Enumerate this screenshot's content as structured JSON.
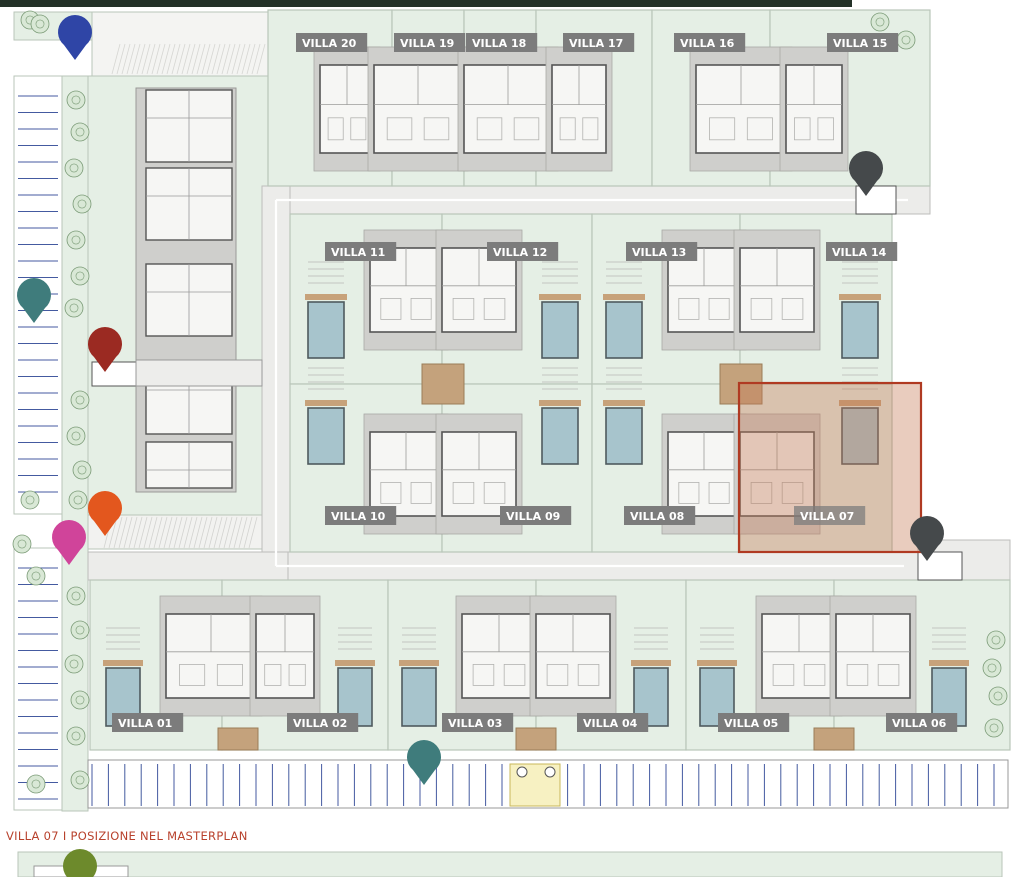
{
  "caption": "VILLA 07 I POSIZIONE NEL MASTERPLAN",
  "colors": {
    "lawn": "#e5efe5",
    "lawn_line": "#b9c6b9",
    "road": "#ececea",
    "road_edge": "#bdbdbb",
    "building": "#f6f6f4",
    "building_wall": "#555555",
    "pool_water": "#a7c4cc",
    "pool_edge": "#4f5a5e",
    "label_bg": "#7c7c7c",
    "label_text": "#ffffff",
    "highlight_fill": "#c57a55",
    "highlight_stroke": "#b03a22",
    "caption": "#b8412c",
    "top_strip": "#243228",
    "paving": "#cfcfcc"
  },
  "villas": [
    {
      "id": "villa-20",
      "label": "VILLA 20"
    },
    {
      "id": "villa-19",
      "label": "VILLA 19"
    },
    {
      "id": "villa-18",
      "label": "VILLA 18"
    },
    {
      "id": "villa-17",
      "label": "VILLA 17"
    },
    {
      "id": "villa-16",
      "label": "VILLA 16"
    },
    {
      "id": "villa-15",
      "label": "VILLA 15"
    },
    {
      "id": "villa-11",
      "label": "VILLA 11"
    },
    {
      "id": "villa-12",
      "label": "VILLA 12"
    },
    {
      "id": "villa-13",
      "label": "VILLA 13"
    },
    {
      "id": "villa-14",
      "label": "VILLA 14"
    },
    {
      "id": "villa-10",
      "label": "VILLA 10"
    },
    {
      "id": "villa-09",
      "label": "VILLA 09"
    },
    {
      "id": "villa-08",
      "label": "VILLA 08"
    },
    {
      "id": "villa-07",
      "label": "VILLA 07"
    },
    {
      "id": "villa-01",
      "label": "VILLA 01"
    },
    {
      "id": "villa-02",
      "label": "VILLA 02"
    },
    {
      "id": "villa-03",
      "label": "VILLA 03"
    },
    {
      "id": "villa-04",
      "label": "VILLA 04"
    },
    {
      "id": "villa-05",
      "label": "VILLA 05"
    },
    {
      "id": "villa-06",
      "label": "VILLA 06"
    }
  ],
  "highlighted_villa": "villa-07",
  "markers": [
    {
      "id": "blue",
      "color": "#2f45a6"
    },
    {
      "id": "teal-left",
      "color": "#3f7c7c"
    },
    {
      "id": "red",
      "color": "#9b2a22"
    },
    {
      "id": "orange",
      "color": "#e3571e"
    },
    {
      "id": "magenta",
      "color": "#d0449a"
    },
    {
      "id": "dark-top",
      "color": "#45494b"
    },
    {
      "id": "dark-right",
      "color": "#45494b"
    },
    {
      "id": "teal-bottom",
      "color": "#3f7c7c"
    },
    {
      "id": "olive",
      "color": "#6d8a2c"
    }
  ],
  "icons": [
    "map-pin-icon",
    "wheelchair-icon",
    "tree-icon",
    "pool-icon"
  ]
}
